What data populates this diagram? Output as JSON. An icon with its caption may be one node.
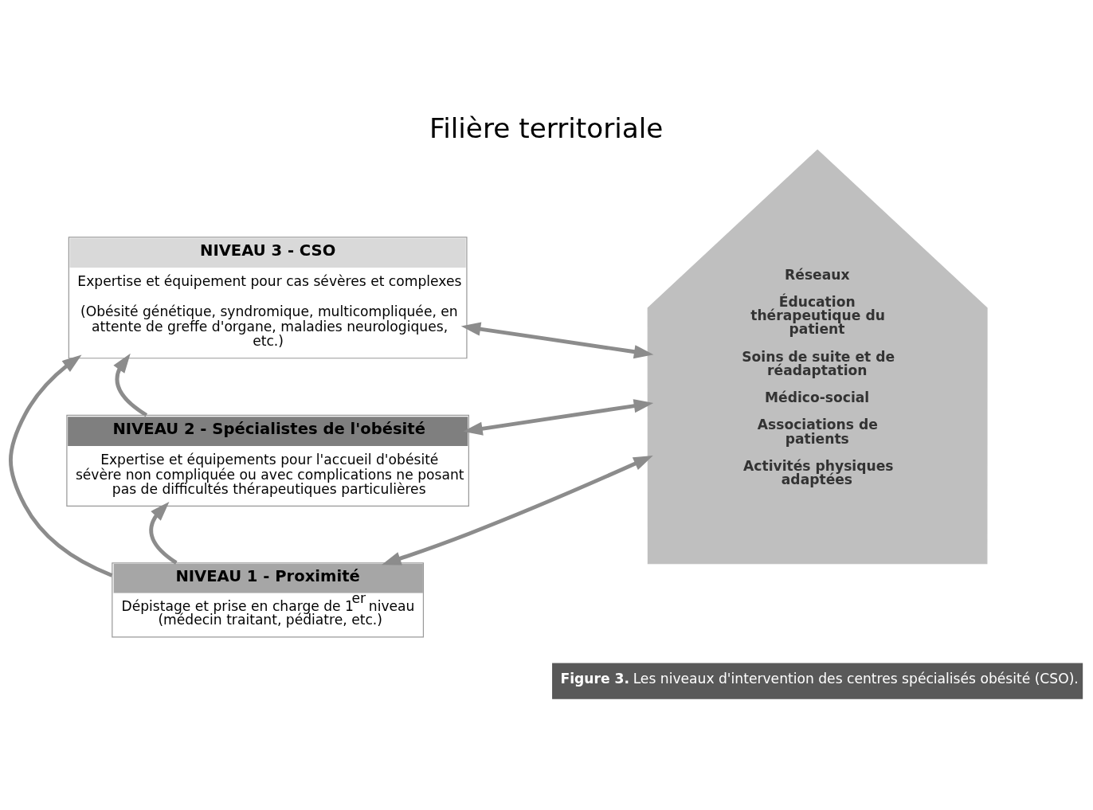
{
  "diagram": {
    "title": "Filière territoriale",
    "caption": "**Figure 3.** Les niveaux d'intervention des centres spécialisés obésité (CSO).",
    "nodes": [
      {
        "text": [
          "NIVEAU 3 - CSO",
          "Expertise et équipement pour cas sévères et complexes",
          "(Obésité génétique, syndromique, multicompliquée, en attente de greffe d'organe, maladies neurologiques, etc.)"
        ]
      },
      {
        "text": [
          "NIVEAU 2 - Spécialistes de l'obésité",
          "Expertise et équipements pour l'accueil d'obésité sévère non compliquée ou avec complications ne posant pas de difficultés thérapeutiques particulières"
        ]
      },
      {
        "text": [
          "NIVEAU 1 - Proximité",
          "Dépistage et prise en charge de 1$^{er}$ niveau (médecin traitant, pédiatre, etc.)"
        ]
      },
      {
        "text": [
          "Réseaux",
          "Éducation thérapeutique du patient",
          "Soins de suite et de réadaptation",
          "Médico-social",
          "Associations de patients",
          "Activités physiques adaptées"
        ]
      }
    ],
    "edges": [
      {
        "from": 0,
        "to": 3,
        "arrow": "both"
      },
      {
        "from": 1,
        "to": 3,
        "arrow": "both"
      },
      {
        "from": 2,
        "to": 3,
        "arrow": "both"
      },
      {
        "from": 1,
        "to": 0,
        "arrow": "to"
      },
      {
        "from": 2,
        "to": 1,
        "arrow": "to"
      },
      {
        "from": 2,
        "to": 0,
        "arrow": "to"
      }
    ]
  }
}
